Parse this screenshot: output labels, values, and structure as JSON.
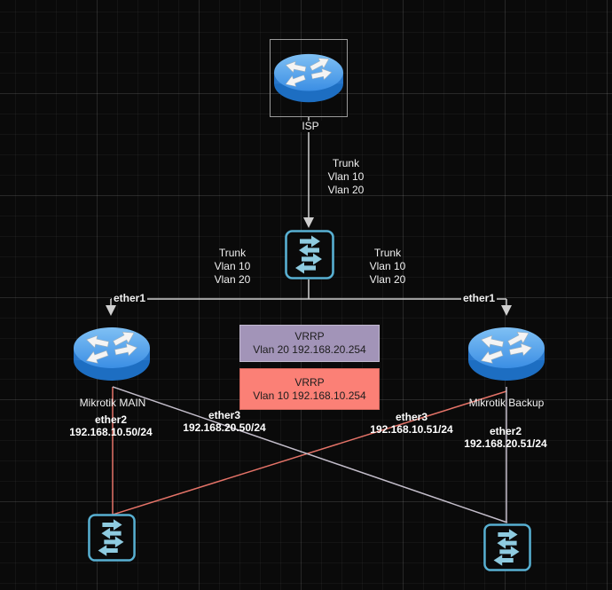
{
  "colors": {
    "canvas_bg": "#0a0a0a",
    "trunk_line": "#cfcfcf",
    "vlan10_line": "#e57368",
    "vlan20_line": "#c3bdca",
    "switch_accent": "#58b0d2",
    "switch_arrow": "#8ecbe0",
    "router_blue": "#3b8ee4",
    "vrrp_vlan20_fill": "#a294b8",
    "vrrp_vlan10_fill": "#fb8076",
    "node_box_border": "#9a9a9a"
  },
  "nodes": {
    "isp": {
      "label": "ISP",
      "icon": "router-icon"
    },
    "core_switch": {
      "icon": "switch-icon"
    },
    "router_main": {
      "label": "Mikrotik MAIN",
      "icon": "router-icon"
    },
    "router_backup": {
      "label": "Mikrotik Backup",
      "icon": "router-icon"
    },
    "access_switch_left": {
      "icon": "switch-icon"
    },
    "access_switch_right": {
      "icon": "switch-icon"
    }
  },
  "edge_labels": {
    "trunk_top": {
      "lines": [
        "Trunk",
        "Vlan 10",
        "Vlan 20"
      ]
    },
    "trunk_left": {
      "lines": [
        "Trunk",
        "Vlan 10",
        "Vlan 20"
      ]
    },
    "trunk_right": {
      "lines": [
        "Trunk",
        "Vlan 10",
        "Vlan 20"
      ]
    },
    "ether1_left": "ether1",
    "ether1_right": "ether1",
    "main_ether2": {
      "port": "ether2",
      "ip": "192.168.10.50/24"
    },
    "main_ether3": {
      "port": "ether3",
      "ip": "192.168.20.50/24"
    },
    "backup_ether3": {
      "port": "ether3",
      "ip": "192.168.10.51/24"
    },
    "backup_ether2": {
      "port": "ether2",
      "ip": "192.168.20.51/24"
    }
  },
  "vrrp_boxes": {
    "vlan20": {
      "title": "VRRP",
      "address": "Vlan 20 192.168.20.254"
    },
    "vlan10": {
      "title": "VRRP",
      "address": "Vlan 10 192.168.10.254"
    }
  }
}
